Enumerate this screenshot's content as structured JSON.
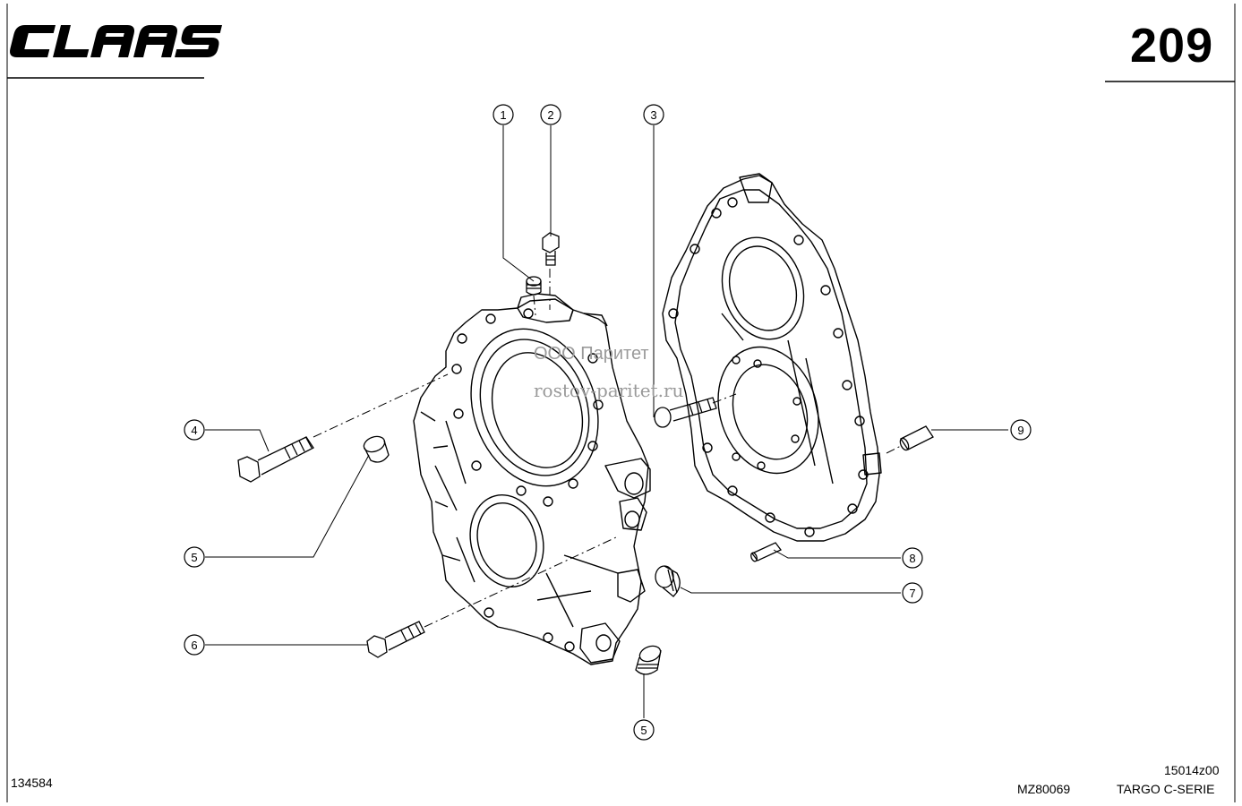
{
  "header": {
    "brand_logo": "CLAAS",
    "page_number": "209"
  },
  "callouts": [
    "1",
    "2",
    "3",
    "4",
    "5",
    "6",
    "7",
    "8",
    "9",
    "5"
  ],
  "watermark": {
    "line1": "ООО Паритет",
    "line2": "rostov-paritet.ru"
  },
  "footer": {
    "doc_number": "134584",
    "drawing_number": "MZ80069",
    "image_code": "15014z00",
    "series_name": "TARGO C-SERIE"
  },
  "colors": {
    "ink": "#000000",
    "watermark": "#9a9a9a"
  }
}
